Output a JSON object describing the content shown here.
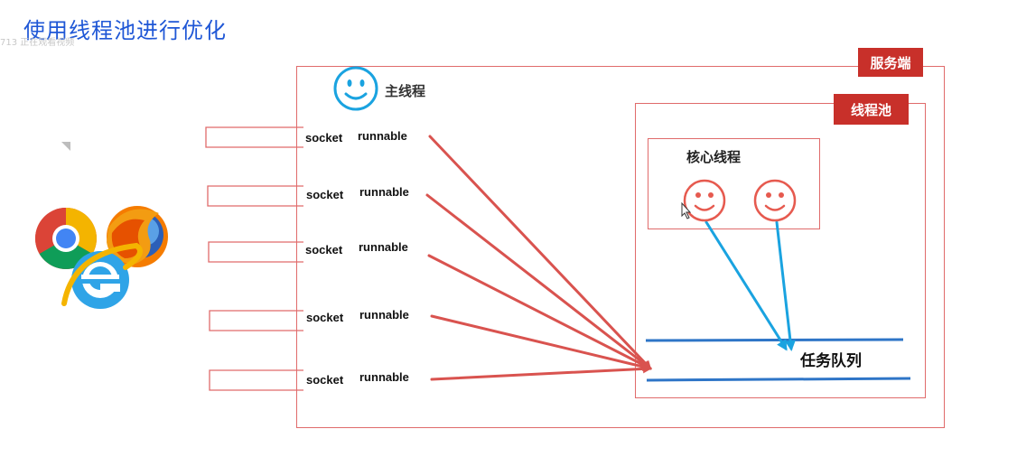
{
  "title": "使用线程池进行优化",
  "faint_note": "713 正在观看视频",
  "labels": {
    "server": "服务端",
    "thread_pool": "线程池",
    "main_thread": "主线程",
    "core_threads": "核心线程",
    "task_queue": "任务队列"
  },
  "requests": [
    {
      "socket": "socket",
      "runnable": "runnable"
    },
    {
      "socket": "socket",
      "runnable": "runnable"
    },
    {
      "socket": "socket",
      "runnable": "runnable"
    },
    {
      "socket": "socket",
      "runnable": "runnable"
    },
    {
      "socket": "socket",
      "runnable": "runnable"
    }
  ],
  "colors": {
    "title": "#1f57d6",
    "red_arrow": "#d9534f",
    "blue_arrow": "#1aa3e0",
    "tag_bg": "#c8302a",
    "queue_line": "#2e75c7",
    "face_blue": "#1aa3e0",
    "face_red": "#e65a4f"
  },
  "icons": [
    "chrome-icon",
    "firefox-icon",
    "ie-icon",
    "smiley-icon"
  ]
}
